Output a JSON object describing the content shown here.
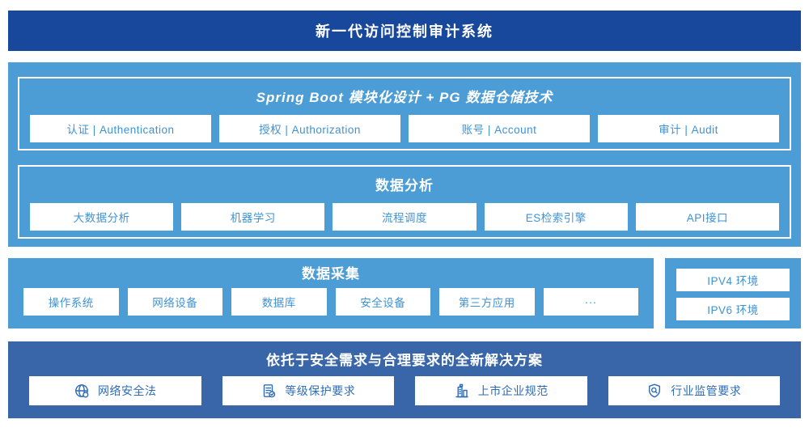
{
  "banner": {
    "title": "新一代访问控制审计系统"
  },
  "platform": {
    "springboot": {
      "title": "Spring Boot 模块化设计 + PG 数据仓储技术",
      "modules": [
        "认证 | Authentication",
        "授权 | Authorization",
        "账号 | Account",
        "审计 | Audit"
      ]
    },
    "analysis": {
      "title": "数据分析",
      "modules": [
        "大数据分析",
        "机器学习",
        "流程调度",
        "ES检索引擎",
        "API接口"
      ]
    }
  },
  "collection": {
    "title": "数据采集",
    "sources": [
      "操作系统",
      "网络设备",
      "数据库",
      "安全设备",
      "第三方应用",
      "···"
    ]
  },
  "environments": {
    "items": [
      "IPV4 环境",
      "IPV6 环境"
    ]
  },
  "solution": {
    "title": "依托于安全需求与合理要求的全新解决方案",
    "items": [
      {
        "icon": "globe-icon",
        "label": "网络安全法"
      },
      {
        "icon": "document-check-icon",
        "label": "等级保护要求"
      },
      {
        "icon": "building-icon",
        "label": "上市企业规范"
      },
      {
        "icon": "shield-search-icon",
        "label": "行业监管要求"
      }
    ]
  },
  "colors": {
    "banner_bg": "#17489B",
    "sky_section_bg": "#4C9CD6",
    "solution_bg": "#3866A8",
    "sky_chip_text": "#3E92D5",
    "solution_chip_text": "#2E6CB4"
  }
}
